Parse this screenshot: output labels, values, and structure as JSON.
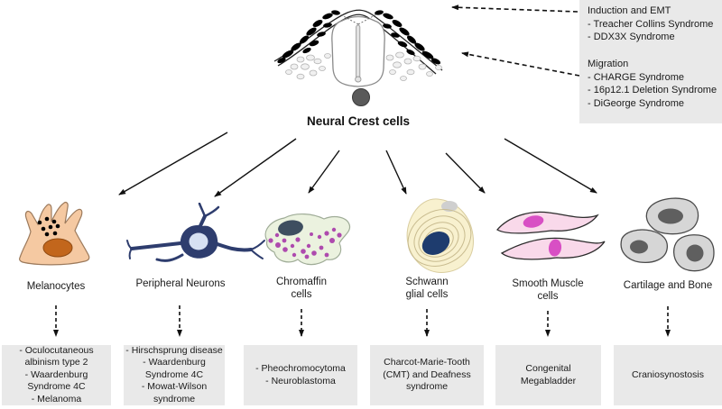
{
  "title": "Neural Crest cells",
  "colors": {
    "box_bg": "#e9e9e9",
    "melanocyte_body": "#f5c9a2",
    "melanocyte_nucleus": "#c2661c",
    "neuron_body": "#2e3d6e",
    "neuron_nucleus": "#d6e0f2",
    "chromaffin_body": "#ebf2df",
    "chromaffin_nucleus": "#3e4e60",
    "chromaffin_granules": "#ae4aae",
    "schwann_body": "#f8f1cf",
    "schwann_nucleus": "#1e3c6e",
    "muscle_body": "#f9d9ea",
    "muscle_nucleus": "#d84fc4",
    "cartilage_body": "#d6d6d6",
    "cartilage_nucleus": "#5f5f5f",
    "notochord": "#5a5a5a",
    "crest_cell": "#000000"
  },
  "top_annotations": {
    "induction": {
      "heading": "Induction and EMT",
      "items": [
        "- Treacher Collins Syndrome",
        "- DDX3X Syndrome"
      ]
    },
    "migration": {
      "heading": "Migration",
      "items": [
        "- CHARGE Syndrome",
        "- 16p12.1 Deletion Syndrome",
        "- DiGeorge Syndrome"
      ]
    }
  },
  "lineages": [
    {
      "label": "Melanocytes",
      "diseases": "- Oculocutaneous\nalbinism type 2\n- Waardenburg\nSyndrome 4C\n- Melanoma"
    },
    {
      "label": "Peripheral Neurons",
      "diseases": "- Hirschsprung disease\n- Waardenburg\nSyndrome 4C\n- Mowat-Wilson\nsyndrome"
    },
    {
      "label": "Chromaffin\ncells",
      "diseases": "- Pheochromocytoma\n- Neuroblastoma"
    },
    {
      "label": "Schwann\nglial cells",
      "diseases": "Charcot-Marie-Tooth\n(CMT) and Deafness\nsyndrome"
    },
    {
      "label": "Smooth Muscle\ncells",
      "diseases": "Congenital\nMegabladder"
    },
    {
      "label": "Cartilage and Bone",
      "diseases": "Craniosynostosis"
    }
  ]
}
